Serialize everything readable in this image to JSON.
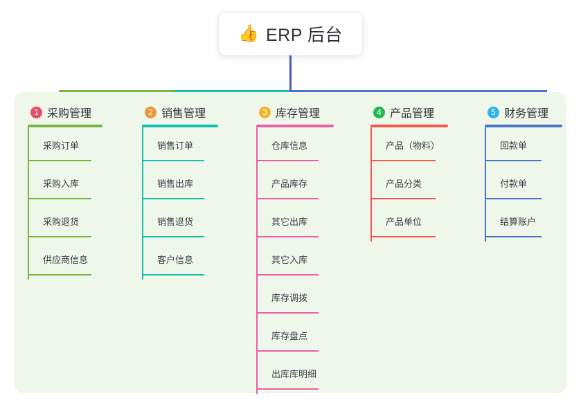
{
  "root": {
    "icon": "thumbs-up-icon",
    "emoji": "👍",
    "title": "ERP 后台"
  },
  "palette": {
    "panel_bg": "#eef7e9",
    "root_connector": "#4a54c4",
    "text": "#2f3338"
  },
  "columns": [
    {
      "index": "1",
      "title": "采购管理",
      "badge_color": "#ea4a63",
      "line_color": "#79b543",
      "items": [
        "采购订单",
        "采购入库",
        "采购退货",
        "供应商信息"
      ]
    },
    {
      "index": "2",
      "title": "销售管理",
      "badge_color": "#f1943c",
      "line_color": "#13bfb0",
      "items": [
        "销售订单",
        "销售出库",
        "销售退货",
        "客户信息"
      ]
    },
    {
      "index": "3",
      "title": "库存管理",
      "badge_color": "#f3b52c",
      "line_color": "#ec5fa5",
      "items": [
        "仓库信息",
        "产品库存",
        "其它出库",
        "其它入库",
        "库存调拨",
        "库存盘点",
        "出库库明细"
      ]
    },
    {
      "index": "4",
      "title": "产品管理",
      "badge_color": "#25b754",
      "line_color": "#f6584f",
      "items": [
        "产品（物料）",
        "产品分类",
        "产品单位"
      ]
    },
    {
      "index": "5",
      "title": "财务管理",
      "badge_color": "#34b3ea",
      "line_color": "#4a74c9",
      "items": [
        "回款单",
        "付款单",
        "结算账户"
      ]
    }
  ]
}
